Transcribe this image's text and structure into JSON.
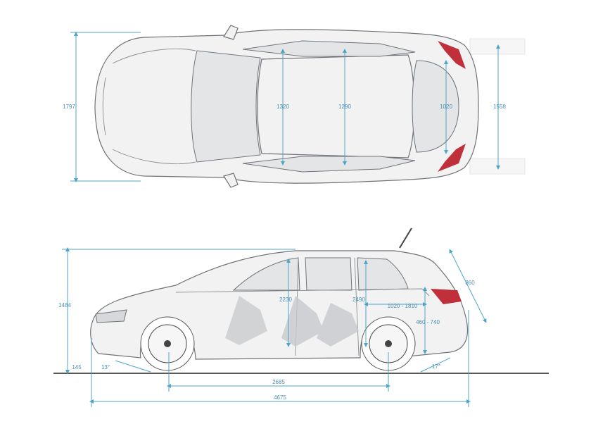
{
  "top_view": {
    "dimensions": {
      "overall_width": "1797",
      "front_shoulder": "1320",
      "rear_shoulder": "1290",
      "boot_opening": "1020",
      "rear_track": "1558"
    }
  },
  "side_view": {
    "dimensions": {
      "overall_height": "1484",
      "ground_clearance": "145",
      "approach_angle": "13°",
      "departure_angle": "17°",
      "front_headroom": "2230",
      "rear_headroom": "2490",
      "cargo_length": "1020 - 1810",
      "loading_height": "460 - 740",
      "tailgate_height": "860",
      "wheelbase": "2685",
      "overall_length": "4675"
    }
  },
  "colors": {
    "dimension_line": "#4da6c8",
    "tail_light": "#c0303a"
  }
}
